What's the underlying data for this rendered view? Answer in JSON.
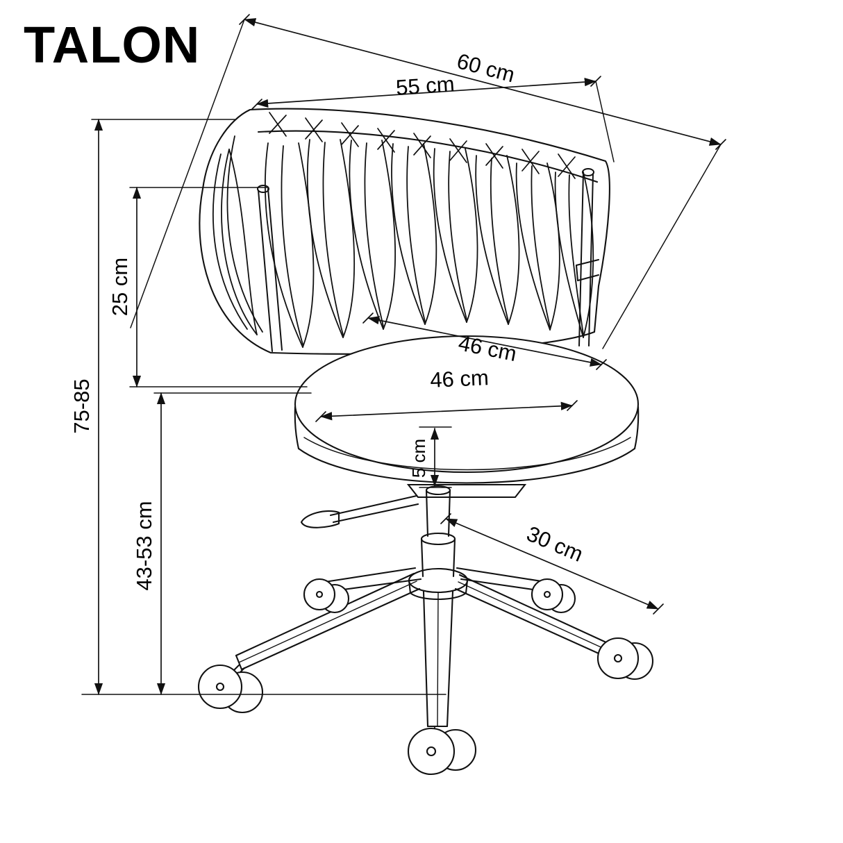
{
  "title": "TALON",
  "diagram": {
    "dimensions": {
      "depth": "60 cm",
      "width": "55 cm",
      "backrest_height": "25 cm",
      "total_height": "75-85",
      "seat_height": "43-53 cm",
      "inner_width": "46 cm",
      "seat_diameter": "46 cm",
      "cushion_thickness": "5 cm",
      "base_radius": "30 cm"
    }
  }
}
